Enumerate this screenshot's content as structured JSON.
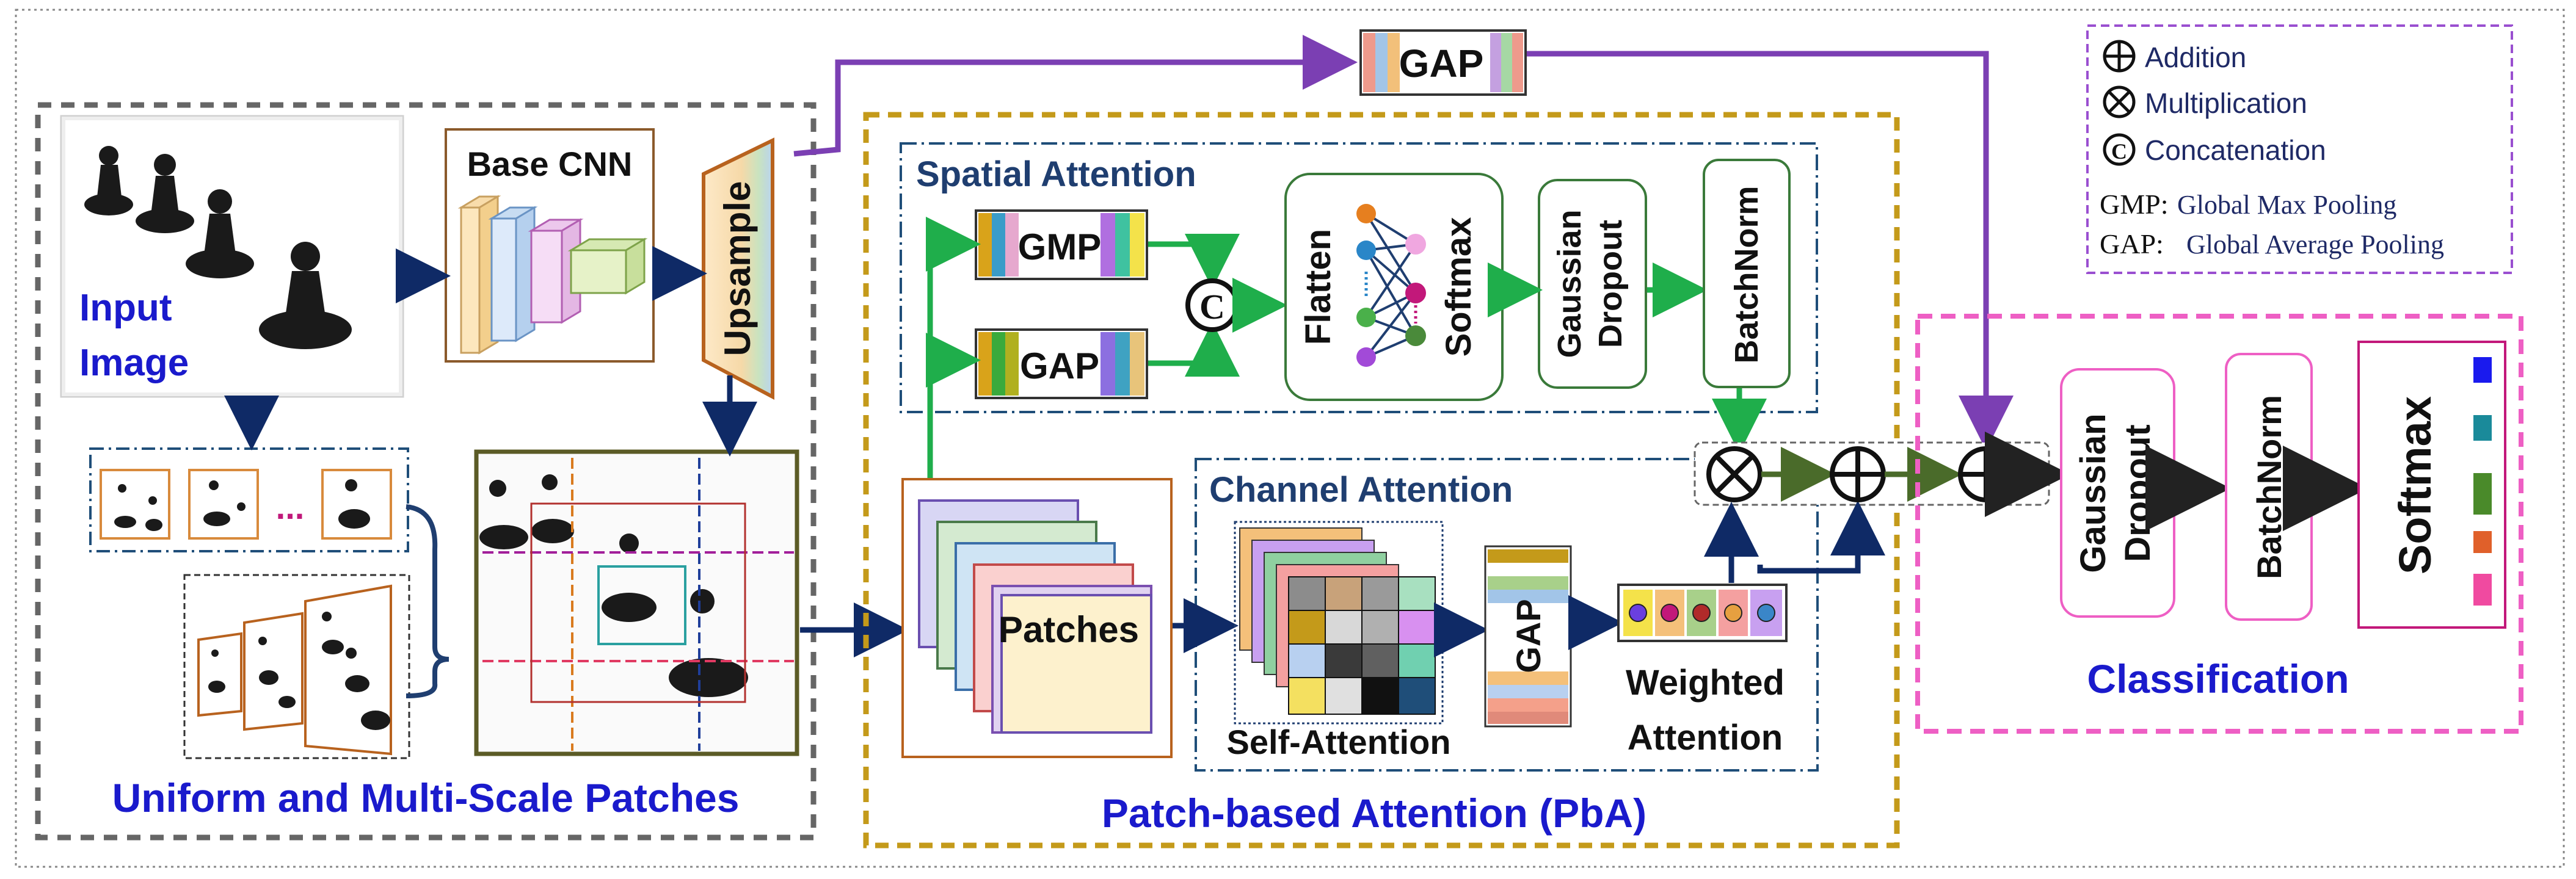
{
  "input": {
    "label_line1": "Input",
    "label_line2": "Image"
  },
  "base_cnn": {
    "label": "Base CNN"
  },
  "upsample": {
    "label": "Upsample"
  },
  "patches_section": {
    "label": "Uniform and Multi-Scale Patches",
    "ellipsis": "..."
  },
  "top_gap": {
    "label": "GAP"
  },
  "pba": {
    "label": "Patch-based Attention (PbA)",
    "spatial": {
      "title": "Spatial Attention",
      "gmp": "GMP",
      "gap": "GAP",
      "concat_symbol": "C",
      "flatten": "Flatten",
      "softmax": "Softmax",
      "dropout_line1": "Gaussian",
      "dropout_line2": "Dropout",
      "batchnorm": "BatchNorm"
    },
    "patches": "Patches",
    "channel": {
      "title": "Channel Attention",
      "self_attention": "Self-Attention",
      "gap": "GAP",
      "weighted_line1": "Weighted",
      "weighted_line2": "Attention"
    }
  },
  "classification": {
    "label": "Classification",
    "dropout_line1": "Gaussian",
    "dropout_line2": "Dropout",
    "batchnorm": "BatchNorm",
    "softmax": "Softmax"
  },
  "legend": {
    "addition": "Addition",
    "multiplication": "Multiplication",
    "concatenation": "Concatenation",
    "gmp_key": "GMP:",
    "gmp_def": "Global Max Pooling",
    "gap_key": "GAP:",
    "gap_def": "Global Average Pooling"
  },
  "colors": {
    "label_blue": "#1a1acc",
    "navy": "#0f2a66",
    "green": "#1fae4b",
    "purple": "#7b3fb3",
    "gold": "#c49a1a",
    "pink": "#ee5fc4",
    "grey": "#666666"
  }
}
